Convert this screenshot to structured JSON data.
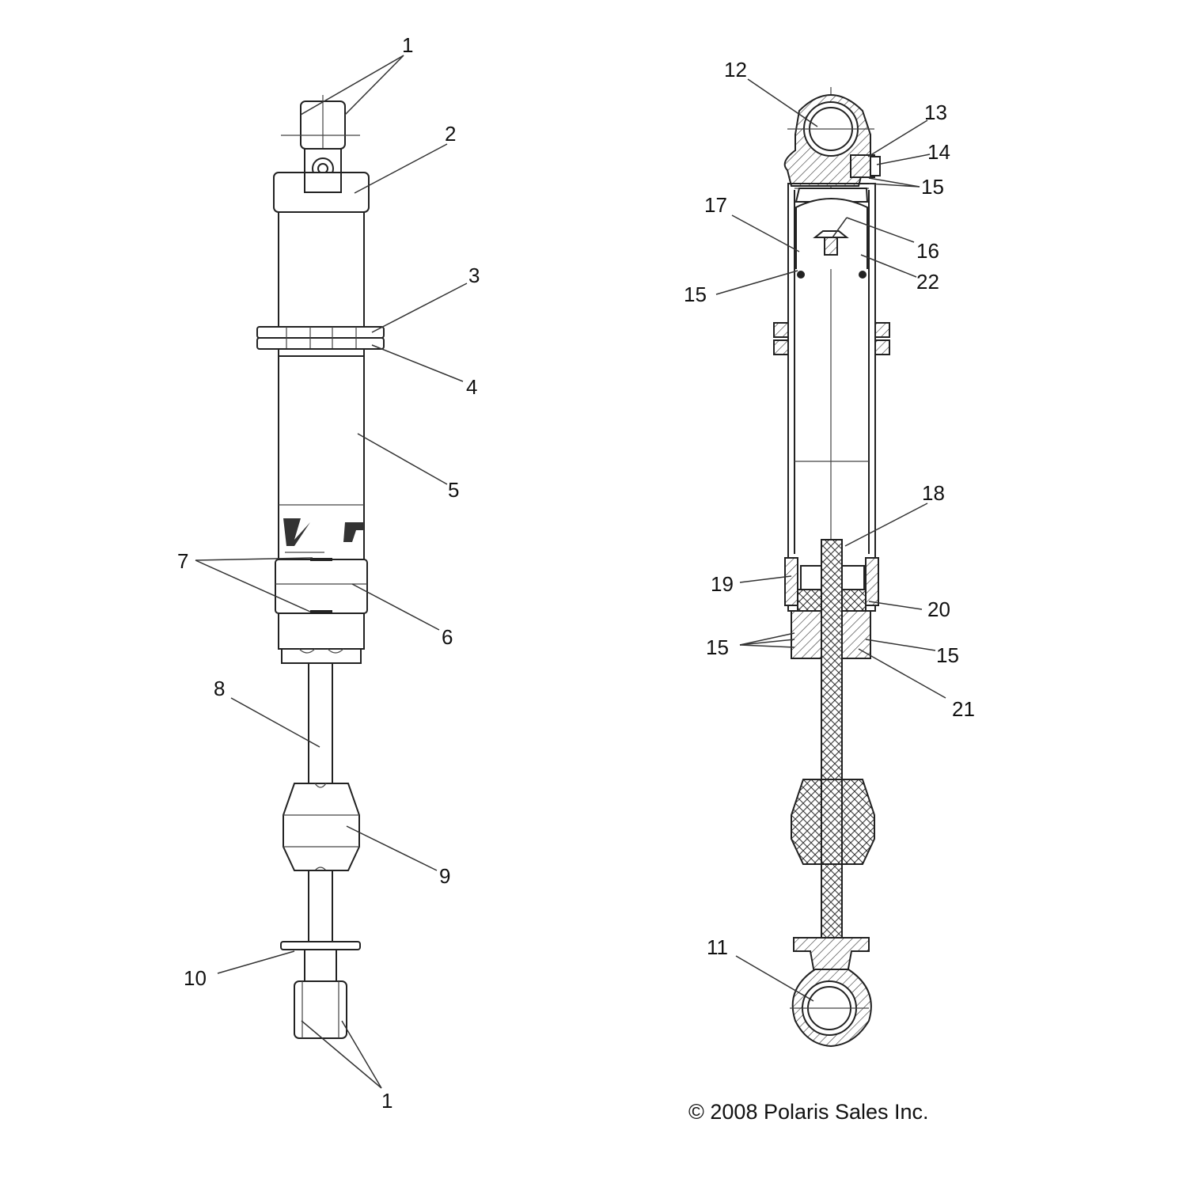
{
  "callouts": [
    {
      "id": "c1a",
      "text": "1"
    },
    {
      "id": "c2",
      "text": "2"
    },
    {
      "id": "c3",
      "text": "3"
    },
    {
      "id": "c4",
      "text": "4"
    },
    {
      "id": "c5",
      "text": "5"
    },
    {
      "id": "c6",
      "text": "6"
    },
    {
      "id": "c7",
      "text": "7"
    },
    {
      "id": "c8",
      "text": "8"
    },
    {
      "id": "c9",
      "text": "9"
    },
    {
      "id": "c10",
      "text": "10"
    },
    {
      "id": "c1b",
      "text": "1"
    },
    {
      "id": "c12",
      "text": "12"
    },
    {
      "id": "c13",
      "text": "13"
    },
    {
      "id": "c14",
      "text": "14"
    },
    {
      "id": "c15a",
      "text": "15"
    },
    {
      "id": "c17",
      "text": "17"
    },
    {
      "id": "c16",
      "text": "16"
    },
    {
      "id": "c22",
      "text": "22"
    },
    {
      "id": "c15b",
      "text": "15"
    },
    {
      "id": "c18",
      "text": "18"
    },
    {
      "id": "c19",
      "text": "19"
    },
    {
      "id": "c20",
      "text": "20"
    },
    {
      "id": "c15c",
      "text": "15"
    },
    {
      "id": "c15d",
      "text": "15"
    },
    {
      "id": "c21",
      "text": "21"
    },
    {
      "id": "c11",
      "text": "11"
    }
  ],
  "copyright": "© 2008 Polaris Sales Inc."
}
